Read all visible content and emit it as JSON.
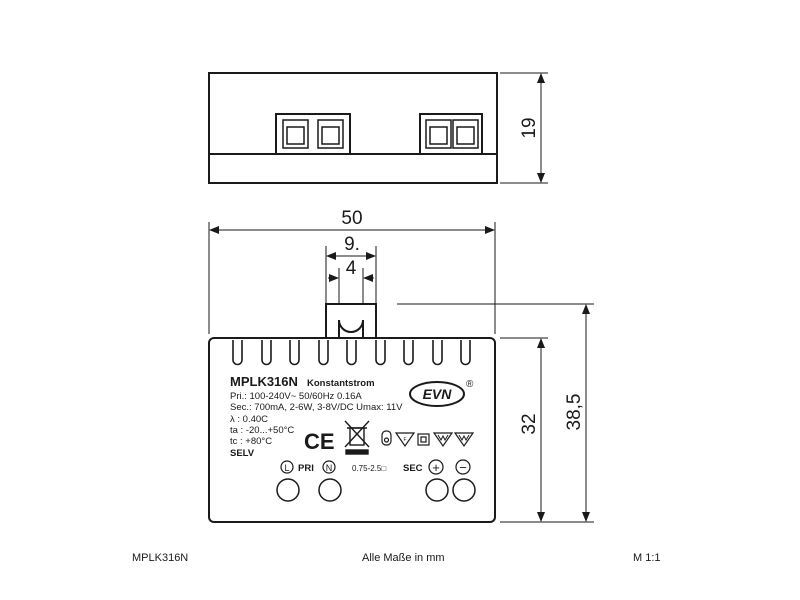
{
  "top_view": {
    "height_dim": "19"
  },
  "front_view": {
    "width_dim": "50",
    "tab_outer_dim": "9.",
    "tab_inner_dim": "4",
    "body_height_dim": "32",
    "total_height_dim": "38,5"
  },
  "label": {
    "model": "MPLK316N",
    "type": "Konstantstrom",
    "brand": "EVN",
    "registered": "®",
    "line_pri": "Pri.:  100-240V~  50/60Hz  0.16A",
    "line_sec": "Sec.: 700mA, 2-6W, 3-8V/DC Umax: 11V",
    "line_lambda": "λ : 0.40C",
    "line_ta": "ta : -20...+50°C",
    "line_tc": "tc : +80°C",
    "line_selv": "SELV",
    "ce": "CE",
    "terminal_L": "L",
    "terminal_N": "N",
    "pri_label": "PRI",
    "wire_range": "0.75-2.5□",
    "sec_label": "SEC",
    "sec_plus": "+",
    "sec_minus": "−"
  },
  "footer": {
    "left": "MPLK316N",
    "center": "Alle Maße in mm",
    "right": "M 1:1"
  }
}
